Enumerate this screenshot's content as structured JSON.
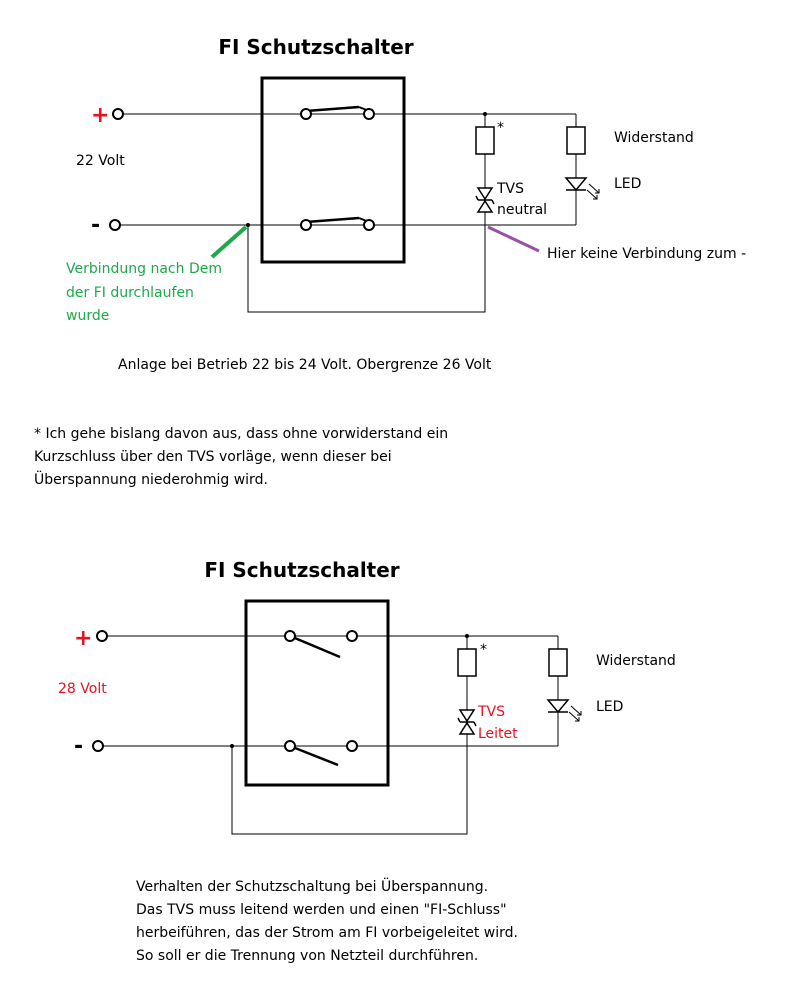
{
  "colors": {
    "black": "#000000",
    "red": "#e8111e",
    "green": "#1fa84a",
    "purple": "#9a4fa6"
  },
  "top": {
    "title": "FI Schutzschalter",
    "plus": "+",
    "minus": "-",
    "voltage": "22 Volt",
    "star": "*",
    "resistor_label": "Widerstand",
    "led_label": "LED",
    "tvs_line1": "TVS",
    "tvs_line2": "neutral",
    "green_note": [
      "Verbindung nach Dem",
      "der FI durchlaufen",
      "wurde"
    ],
    "purple_note": "Hier keine Verbindung zum -",
    "operation": "Anlage bei Betrieb 22 bis 24 Volt. Obergrenze 26 Volt"
  },
  "footnote": [
    "* Ich gehe bislang davon aus, dass ohne vorwiderstand ein",
    "Kurzschluss über den TVS vorläge, wenn dieser bei",
    "Überspannung niederohmig wird."
  ],
  "bottom": {
    "title": "FI Schutzschalter",
    "plus": "+",
    "minus": "-",
    "voltage": "28 Volt",
    "star": "*",
    "resistor_label": "Widerstand",
    "led_label": "LED",
    "tvs_line1": "TVS",
    "tvs_line2": "Leitet",
    "caption": [
      "Verhalten der Schutzschaltung bei Überspannung.",
      "Das TVS muss leitend werden und einen \"FI-Schluss\"",
      "herbeiführen, das der Strom am FI vorbeigeleitet wird.",
      "So soll er die Trennung von Netzteil durchführen."
    ]
  }
}
